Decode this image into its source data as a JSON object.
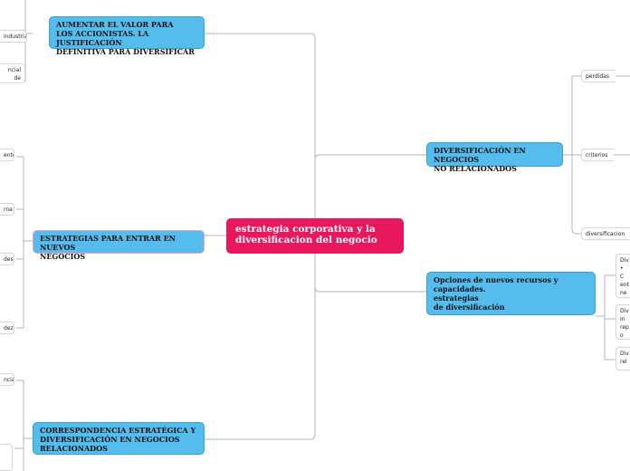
{
  "central": "estrategia corporativa y la\ndiversificacion del negocio",
  "left_topics": {
    "valor": "AUMENTAR EL VALOR PARA\nLOS ACCIONISTAS. LA JUSTIFICACIÓN\nDEFINITIVA PARA DIVERSIFICAR",
    "entrar": "ESTRATEGIAS PARA ENTRAR EN NUEVOS\nNEGOCIOS",
    "correspondencia": "CORRESPONDENCIA ESTRATÉGICA Y\nDIVERSIFICACIÓN EN NEGOCIOS\nRELACIONADOS"
  },
  "right_topics": {
    "no_relacionados": "DIVERSIFICACIÓN EN NEGOCIOS\nNO RELACIONADOS",
    "opciones": "Opciones de nuevos recursos y\ncapacidades.\nestrategias\nde diversificación"
  },
  "left_subtopics": {
    "valor": [
      "industria",
      "ncial de"
    ],
    "entrar": [
      "ente",
      "rna",
      "des",
      "dez"
    ],
    "correspondencia": [
      "ncia"
    ]
  },
  "right_subtopics": {
    "no_relacionados": [
      "perdidas",
      "criterios",
      "diversificacion n"
    ],
    "opciones": [
      "Div\n• C\nent\nne\nesp",
      "Div\nIn\nrep\no t",
      "Div\nrel"
    ]
  }
}
